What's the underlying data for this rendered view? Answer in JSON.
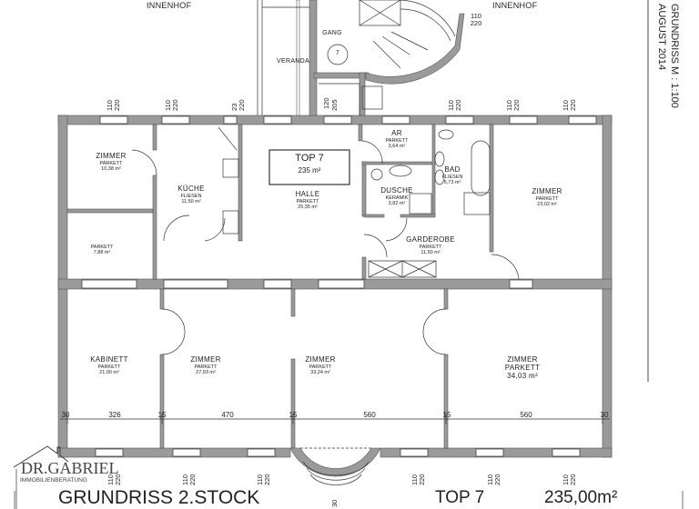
{
  "plan": {
    "title": "GRUNDRISS 2.STOCK",
    "unit": "TOP 7",
    "total_area": "235,00m²",
    "scale": "GRUNDRISS  M : 1:100",
    "date": "AUGUST 2014",
    "logo": {
      "name": "DR.GABRIEL",
      "sub": "IMMOBILIENBERATUNG"
    },
    "top_box": {
      "label": "TOP 7",
      "area": "235  m²"
    },
    "outside": {
      "courtyard_left": "INNENHOF",
      "courtyard_right": "INNENHOF",
      "veranda": "VERANDA",
      "gang": "GANG",
      "stair_no": "7",
      "door_w": "120",
      "door_h": "205"
    },
    "rooms": [
      {
        "name": "ZIMMER",
        "floor": "PARKETT",
        "area": "10,38 m²"
      },
      {
        "name": "",
        "floor": "PARKETT",
        "area": "7,88 m²"
      },
      {
        "name": "KÜCHE",
        "floor": "FLIESEN",
        "area": "11,50 m²"
      },
      {
        "name": "HALLE",
        "floor": "PARKETT",
        "area": "25,35 m²"
      },
      {
        "name": "AR",
        "floor": "PARKETT",
        "area": "3,64 m²"
      },
      {
        "name": "DUSCHE",
        "floor": "KERAMIK",
        "area": "3,82 m²"
      },
      {
        "name": "BAD",
        "floor": "FLIESEN",
        "area": "5,73 m²"
      },
      {
        "name": "GARDEROBE",
        "floor": "PARKETT",
        "area": "11,50 m²"
      },
      {
        "name": "ZIMMER",
        "floor": "PARKETT",
        "area": "23,02 m²"
      },
      {
        "name": "KABINETT",
        "floor": "PARKETT",
        "area": "21,00 m²"
      },
      {
        "name": "ZIMMER",
        "floor": "PARKETT",
        "area": "27,93 m²"
      },
      {
        "name": "ZIMMER",
        "floor": "PARKETT",
        "area": "33,24 m²"
      },
      {
        "name": "ZIMMER",
        "floor": "PARKETT",
        "area": "34,03 m²"
      }
    ],
    "dimensions": [
      "30",
      "326",
      "15",
      "470",
      "15",
      "560",
      "15",
      "560",
      "30"
    ],
    "windows": {
      "w": "110",
      "h": "220",
      "w_small": "23"
    },
    "bay_dims": "30"
  }
}
